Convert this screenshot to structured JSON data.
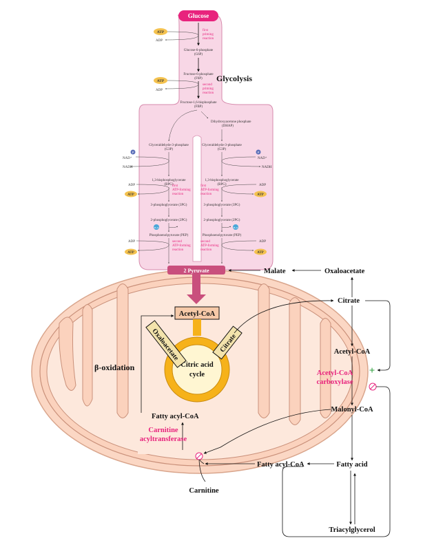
{
  "glycolysis": {
    "title": "Glycolysis",
    "glucose": "Glucose",
    "atp": "ATP",
    "adp": "ADP",
    "nad": "NAD⁺",
    "nadh": "NADH",
    "p_symbol": "P",
    "h2o": "H₂O",
    "first_priming": [
      "first",
      "priming",
      "reaction"
    ],
    "second_priming": [
      "second",
      "priming",
      "reaction"
    ],
    "g6p": [
      "Glucose-6-phosphate",
      "(G6P)"
    ],
    "f6p": [
      "Fructose-6-phosphate",
      "(F6P)"
    ],
    "fbp": [
      "Fructose-1,6-bisphosphate",
      "(FBP)"
    ],
    "dhap": [
      "Dihydroxyacetone phosphate",
      "(DHAP)"
    ],
    "g3p": [
      "Glyceraldehyde-3-phosphate",
      "(G3P)"
    ],
    "bpg": [
      "1,3-bisphosphoglycerate",
      "(BPG)"
    ],
    "first_atp_forming": [
      "first",
      "ATP-forming",
      "reaction"
    ],
    "pg3": "3-phosphoglycerate (3PG)",
    "pg2": "2-phosphoglycerate (2PG)",
    "pep": "Phosphoenolpyruvate (PEP)",
    "second_atp_forming": [
      "second",
      "ATP-forming",
      "reaction"
    ],
    "pyruvate": "2 Pyruvate"
  },
  "mito": {
    "acetyl_coa": "Acetyl-CoA",
    "oxaloacetate_box": "Oxaloacetate",
    "citrate_box": "Citrate",
    "cycle": [
      "Citric acid",
      "cycle"
    ],
    "beta_oxidation": "β-oxidation",
    "fatty_acyl_coa": "Fatty acyl-CoA",
    "carnitine_acyltransferase": [
      "Carnitine",
      "acyltransferase"
    ],
    "carnitine": "Carnitine"
  },
  "cytosol": {
    "malate": "Malate",
    "oxaloacetate": "Oxaloacetate",
    "citrate": "Citrate",
    "acetyl_coa": "Acetyl-CoA",
    "acc": [
      "Acetyl-CoA",
      "carboxylase"
    ],
    "plus": "+",
    "malonyl_coa": "Malonyl-CoA",
    "fatty_acid": "Fatty acid",
    "fatty_acyl_coa": "Fatty acyl-CoA",
    "triacylglycerol": "Triacylglycerol"
  },
  "colors": {
    "cytosol_pink": "#f8d7e6",
    "magenta": "#e8237d",
    "mito_peach": "#fbd7c4",
    "cristae": "#fde6d8",
    "atp_yellow": "#f4c24f",
    "citric_yellow": "#f6b21a",
    "acetyl_box": "#f6c9a8",
    "pyruvate_bar": "#c94f7d"
  }
}
